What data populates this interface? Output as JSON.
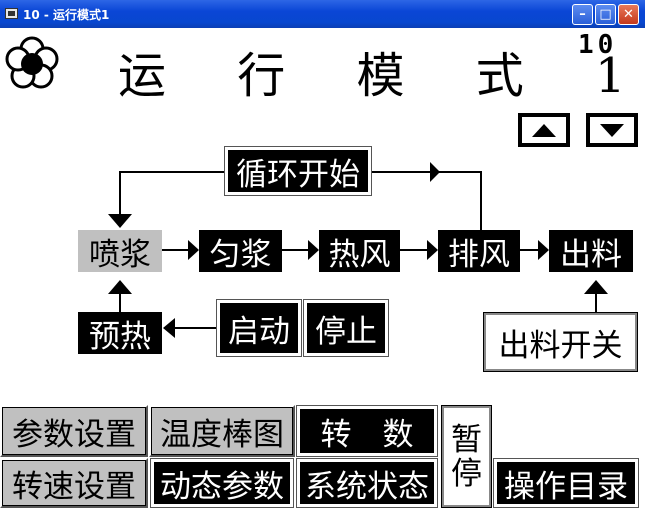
{
  "window": {
    "title": "10 - 运行模式1"
  },
  "header": {
    "title": "运 行 模 式 1",
    "page_number": "10"
  },
  "flow": {
    "cycle_start": "循环开始",
    "spray": "喷浆",
    "mix": "匀浆",
    "hot_air": "热风",
    "exhaust": "排风",
    "discharge": "出料",
    "preheat": "预热",
    "start": "启动",
    "stop": "停止",
    "discharge_switch": "出料开关"
  },
  "menu": {
    "param_settings": "参数设置",
    "temp_bar_chart": "温度棒图",
    "rotation_count": "转　数",
    "pause": "暂\n停",
    "speed_settings": "转速设置",
    "dynamic_params": "动态参数",
    "system_status": "系统状态",
    "operation_index": "操作目录"
  },
  "colors": {
    "title_bar": "#0a46d6",
    "inactive_step": "#c0c0c0",
    "active_step": "#000000",
    "background": "#ffffff"
  }
}
